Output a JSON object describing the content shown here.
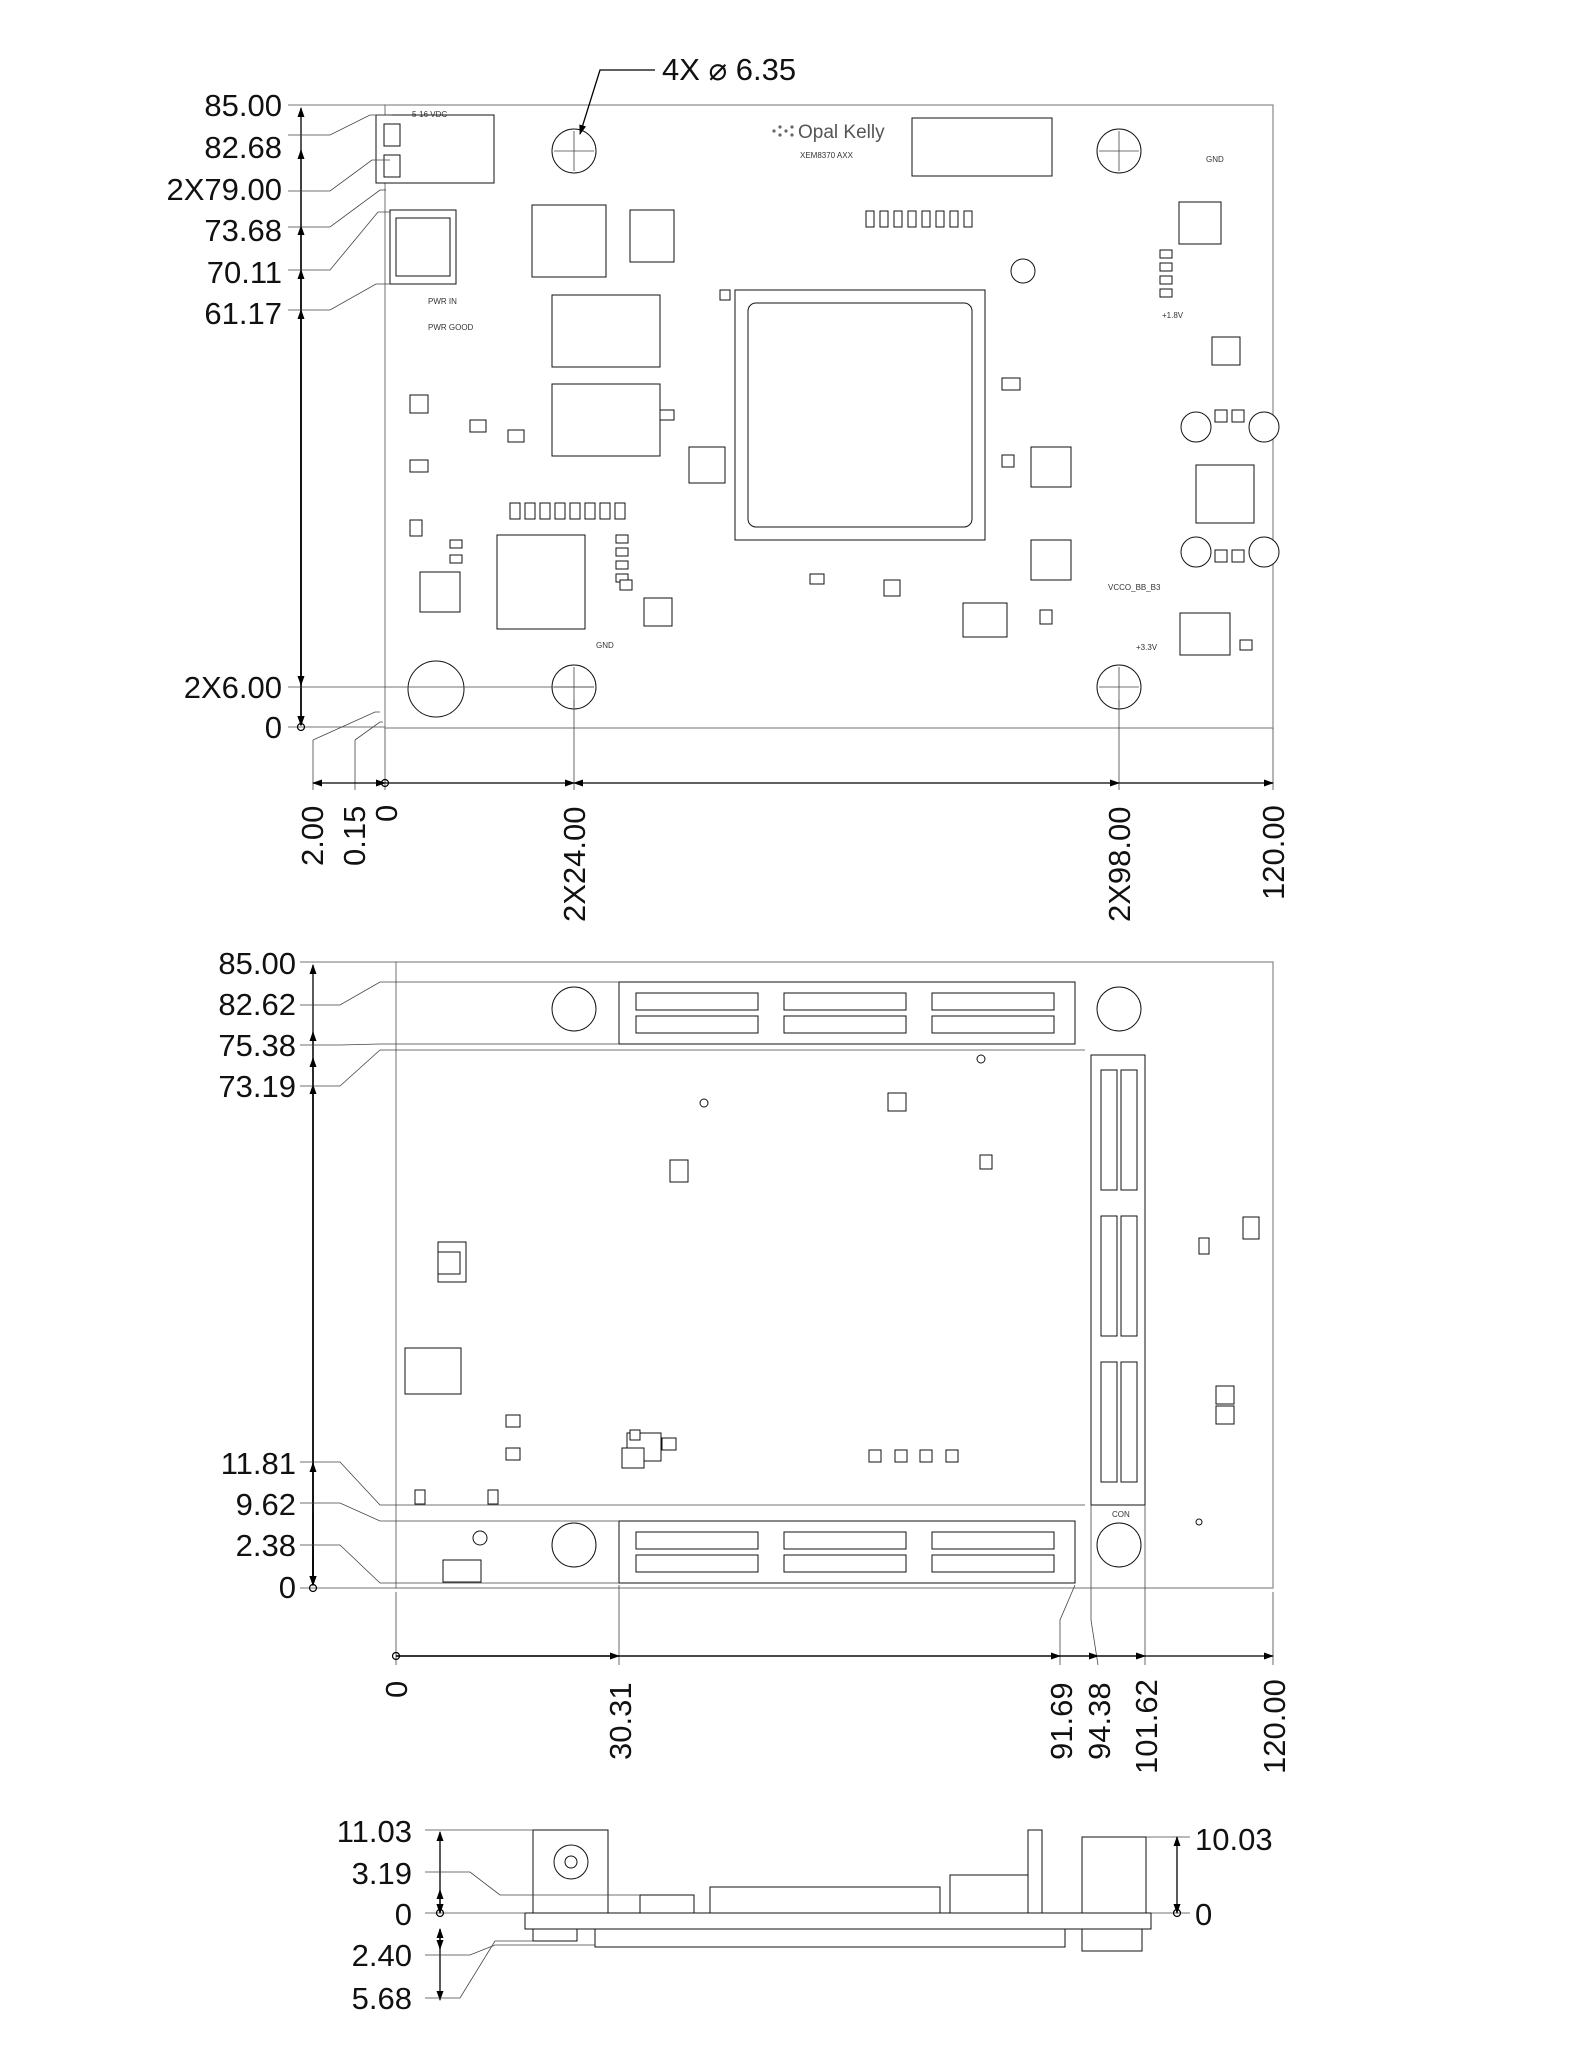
{
  "top_view": {
    "hole_callout": "4X ⌀ 6.35",
    "power_label": "5-16 VDC",
    "logo_text": "Opal Kelly",
    "part_label": "XEM8370 AXX",
    "left_dims": [
      "85.00",
      "82.68",
      "2X79.00",
      "73.68",
      "70.11",
      "61.17",
      "2X6.00",
      "0"
    ],
    "bottom_dims": [
      "2.00",
      "0.15",
      "0",
      "2X24.00",
      "2X98.00",
      "120.00"
    ]
  },
  "bottom_view": {
    "left_dims_top": [
      "85.00",
      "82.62",
      "75.38",
      "73.19"
    ],
    "left_dims_bottom": [
      "11.81",
      "9.62",
      "2.38",
      "0"
    ],
    "bottom_dims": [
      "0",
      "30.31",
      "91.69",
      "94.38",
      "101.62",
      "120.00"
    ]
  },
  "side_view": {
    "left_dims": [
      "11.03",
      "3.19",
      "0",
      "2.40",
      "5.68"
    ],
    "right_dims": [
      "10.03",
      "0"
    ]
  },
  "silk_labels": [
    "PWR IN",
    "PWR GOOD",
    "VCCO_BB_B3",
    "+1.8V",
    "+3.3V",
    "CON",
    "GND"
  ]
}
